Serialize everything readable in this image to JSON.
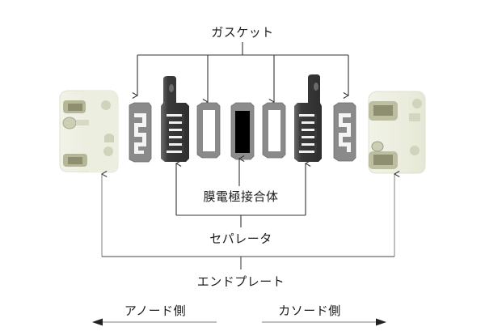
{
  "diagram": {
    "title_components": "Fuel cell exploded view",
    "labels": {
      "gasket": "ガスケット",
      "mea": "膜電極接合体",
      "separator": "セパレータ",
      "end_plate": "エンドプレート",
      "anode_side": "アノード側",
      "cathode_side": "カソード側"
    },
    "components": [
      {
        "id": "end-plate-left",
        "type": "end_plate"
      },
      {
        "id": "gasket-1",
        "type": "gasket_serpentine"
      },
      {
        "id": "separator-1",
        "type": "separator"
      },
      {
        "id": "gasket-2",
        "type": "gasket_frame"
      },
      {
        "id": "mea",
        "type": "mea"
      },
      {
        "id": "gasket-3",
        "type": "gasket_frame"
      },
      {
        "id": "separator-2",
        "type": "separator"
      },
      {
        "id": "gasket-4",
        "type": "gasket_serpentine"
      },
      {
        "id": "end-plate-right",
        "type": "end_plate"
      }
    ],
    "colors": {
      "line": "#333333",
      "end_plate": "#eef0e2",
      "end_plate_detail": "#b9ba9a",
      "gasket": "#8a8a8a",
      "separator": "#3c3c3c",
      "mea_core": "#000000"
    }
  }
}
